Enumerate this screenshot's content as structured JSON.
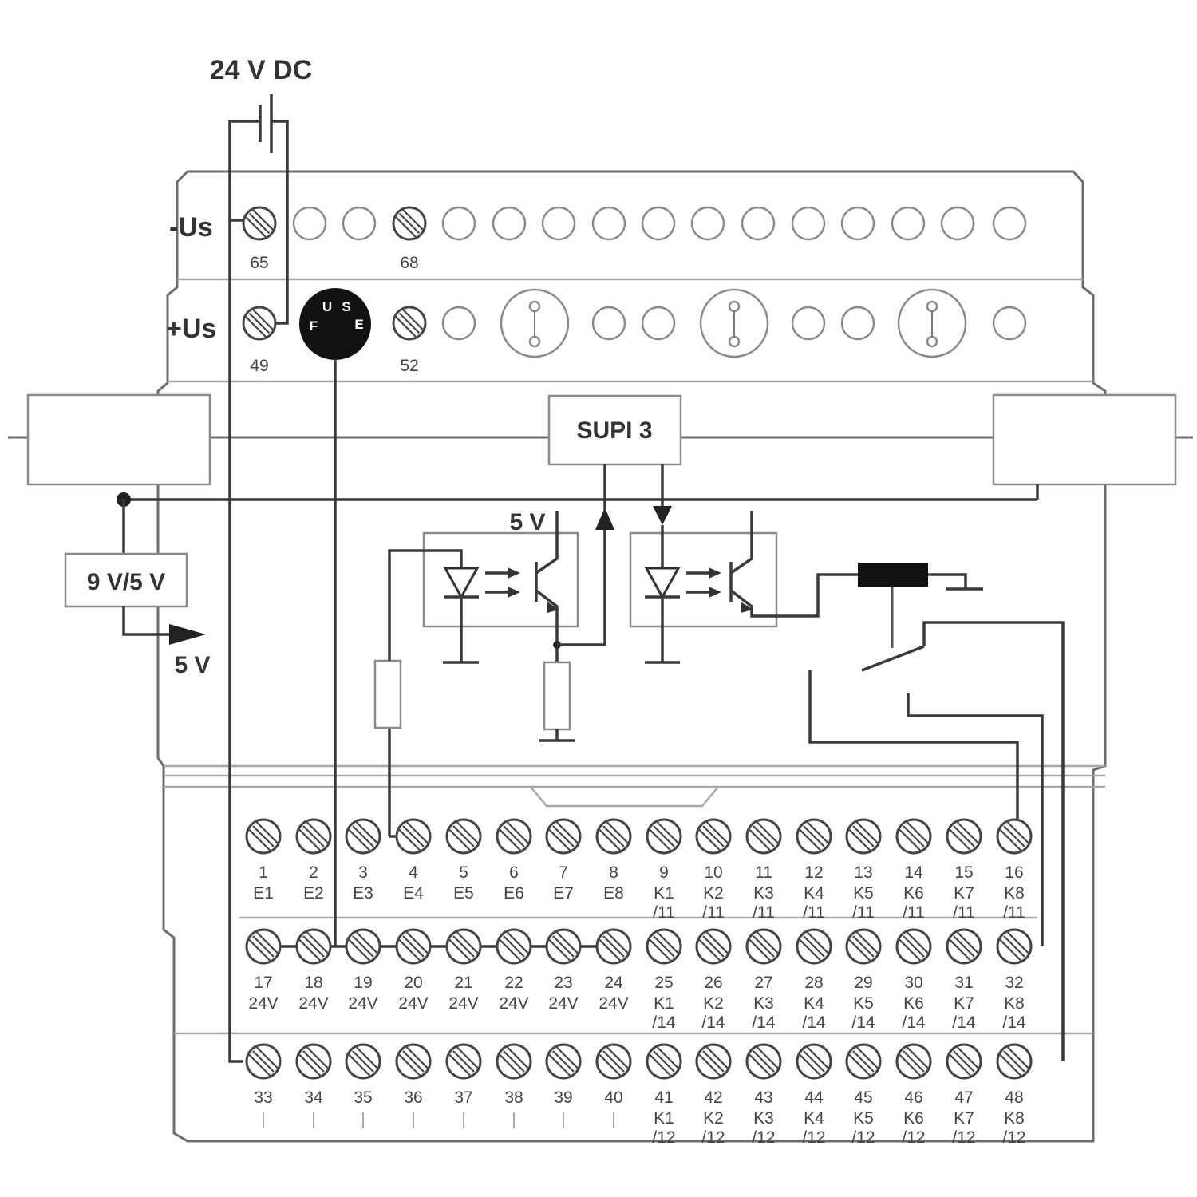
{
  "supply": {
    "label": "24 V DC",
    "minus_label": "-Us",
    "plus_label": "+Us"
  },
  "upper_terminals": {
    "t65": "65",
    "t68": "68",
    "t49": "49",
    "t52": "52"
  },
  "fuse": {
    "glyphs": [
      "F",
      "U",
      "S",
      "E"
    ]
  },
  "bus": {
    "supi_label": "SUPI 3"
  },
  "regulator": {
    "label": "9 V/5 V",
    "output_label": "5 V"
  },
  "optocoupler": {
    "supply_label": "5 V"
  },
  "terminal_rows": {
    "row1": [
      {
        "num": "1",
        "sig": "E1",
        "sub": ""
      },
      {
        "num": "2",
        "sig": "E2",
        "sub": ""
      },
      {
        "num": "3",
        "sig": "E3",
        "sub": ""
      },
      {
        "num": "4",
        "sig": "E4",
        "sub": ""
      },
      {
        "num": "5",
        "sig": "E5",
        "sub": ""
      },
      {
        "num": "6",
        "sig": "E6",
        "sub": ""
      },
      {
        "num": "7",
        "sig": "E7",
        "sub": ""
      },
      {
        "num": "8",
        "sig": "E8",
        "sub": ""
      },
      {
        "num": "9",
        "sig": "K1",
        "sub": "/11"
      },
      {
        "num": "10",
        "sig": "K2",
        "sub": "/11"
      },
      {
        "num": "11",
        "sig": "K3",
        "sub": "/11"
      },
      {
        "num": "12",
        "sig": "K4",
        "sub": "/11"
      },
      {
        "num": "13",
        "sig": "K5",
        "sub": "/11"
      },
      {
        "num": "14",
        "sig": "K6",
        "sub": "/11"
      },
      {
        "num": "15",
        "sig": "K7",
        "sub": "/11"
      },
      {
        "num": "16",
        "sig": "K8",
        "sub": "/11"
      }
    ],
    "row2": [
      {
        "num": "17",
        "sig": "24V",
        "sub": ""
      },
      {
        "num": "18",
        "sig": "24V",
        "sub": ""
      },
      {
        "num": "19",
        "sig": "24V",
        "sub": ""
      },
      {
        "num": "20",
        "sig": "24V",
        "sub": ""
      },
      {
        "num": "21",
        "sig": "24V",
        "sub": ""
      },
      {
        "num": "22",
        "sig": "24V",
        "sub": ""
      },
      {
        "num": "23",
        "sig": "24V",
        "sub": ""
      },
      {
        "num": "24",
        "sig": "24V",
        "sub": ""
      },
      {
        "num": "25",
        "sig": "K1",
        "sub": "/14"
      },
      {
        "num": "26",
        "sig": "K2",
        "sub": "/14"
      },
      {
        "num": "27",
        "sig": "K3",
        "sub": "/14"
      },
      {
        "num": "28",
        "sig": "K4",
        "sub": "/14"
      },
      {
        "num": "29",
        "sig": "K5",
        "sub": "/14"
      },
      {
        "num": "30",
        "sig": "K6",
        "sub": "/14"
      },
      {
        "num": "31",
        "sig": "K7",
        "sub": "/14"
      },
      {
        "num": "32",
        "sig": "K8",
        "sub": "/14"
      }
    ],
    "row3": [
      {
        "num": "33",
        "sig": "",
        "sub": ""
      },
      {
        "num": "34",
        "sig": "",
        "sub": ""
      },
      {
        "num": "35",
        "sig": "",
        "sub": ""
      },
      {
        "num": "36",
        "sig": "",
        "sub": ""
      },
      {
        "num": "37",
        "sig": "",
        "sub": ""
      },
      {
        "num": "38",
        "sig": "",
        "sub": ""
      },
      {
        "num": "39",
        "sig": "",
        "sub": ""
      },
      {
        "num": "40",
        "sig": "",
        "sub": ""
      },
      {
        "num": "41",
        "sig": "K1",
        "sub": "/12"
      },
      {
        "num": "42",
        "sig": "K2",
        "sub": "/12"
      },
      {
        "num": "43",
        "sig": "K3",
        "sub": "/12"
      },
      {
        "num": "44",
        "sig": "K4",
        "sub": "/12"
      },
      {
        "num": "45",
        "sig": "K5",
        "sub": "/12"
      },
      {
        "num": "46",
        "sig": "K6",
        "sub": "/12"
      },
      {
        "num": "47",
        "sig": "K7",
        "sub": "/12"
      },
      {
        "num": "48",
        "sig": "K8",
        "sub": "/12"
      }
    ]
  }
}
